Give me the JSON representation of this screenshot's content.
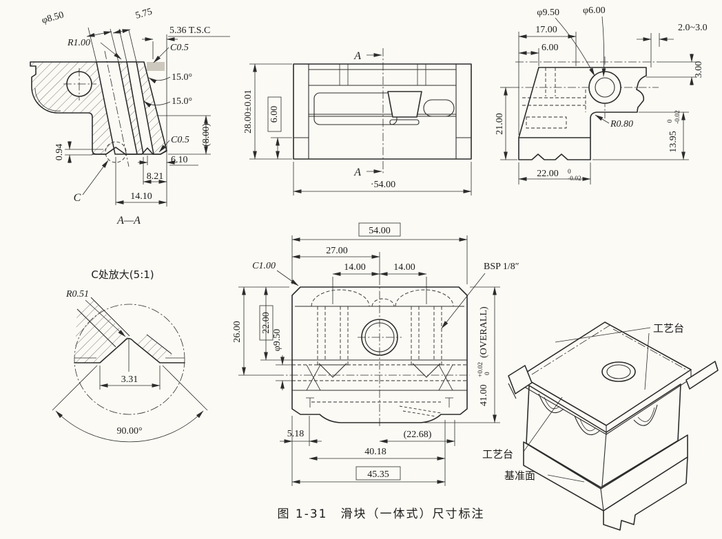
{
  "figure": {
    "caption": "图 1-31　滑块（一体式）尺寸标注"
  },
  "section_view": {
    "title": "A—A",
    "detail_marker": "C",
    "dims": {
      "slot_diameter": "φ8.50",
      "slot_spacing": "5.75",
      "grind_allowance": "5.36 T.S.C",
      "top_radius": "R1.00",
      "top_chamfer": "C0.5",
      "angle_upper": "15.0°",
      "angle_lower": "15.0°",
      "ref_height": "(8.00)",
      "notch_step": "0.94",
      "bottom_chamfer": "C0.5",
      "d_6_10": "6.10",
      "d_8_21": "8.21",
      "d_14_10": "14.10"
    }
  },
  "front_view": {
    "section_label_top": "A",
    "section_label_bottom": "A",
    "dims": {
      "height": "28.00±0.01",
      "skirt_height": "6.00",
      "width": "·54.00"
    }
  },
  "side_view": {
    "dims": {
      "hole_diameter": "φ9.50",
      "hole_inner_diameter": "φ6.00",
      "d_17": "17.00",
      "d_6": "6.00",
      "gap_range": "2.0~3.0",
      "d_3": "3.00",
      "d_21": "21.00",
      "fillet": "R0.80",
      "d_13_95": "13.95",
      "d_13_95_tol_upper": "0",
      "d_13_95_tol_lower": "-0.02",
      "d_22": "22.00",
      "d_22_tol_upper": "0",
      "d_22_tol_lower": "-0.02"
    }
  },
  "detail_view": {
    "title": "C处放大(5:1)",
    "dims": {
      "tip_radius": "R0.51",
      "groove_width": "3.31",
      "groove_angle": "90.00°"
    }
  },
  "plan_view": {
    "dims": {
      "width_basic": "54.00",
      "d_27": "27.00",
      "d_14_left": "14.00",
      "d_14_right": "14.00",
      "corner_chamfer": "C1.00",
      "thread": "BSP 1/8″",
      "d_26": "26.00",
      "d_22_basic": "22.00",
      "groove_diameter": "φ9.50",
      "overall_height": "41.00",
      "overall_tol_upper": "+0.02",
      "overall_tol_lower": "0",
      "overall_suffix": "(OVERALL)",
      "d_5_18": "5.18",
      "d_22_68": "(22.68)",
      "d_40_18": "40.18",
      "d_45_35": "45.35"
    }
  },
  "iso_view": {
    "labels": {
      "process_boss_top": "工艺台",
      "process_boss_left": "工艺台",
      "datum_face": "基准面"
    }
  }
}
